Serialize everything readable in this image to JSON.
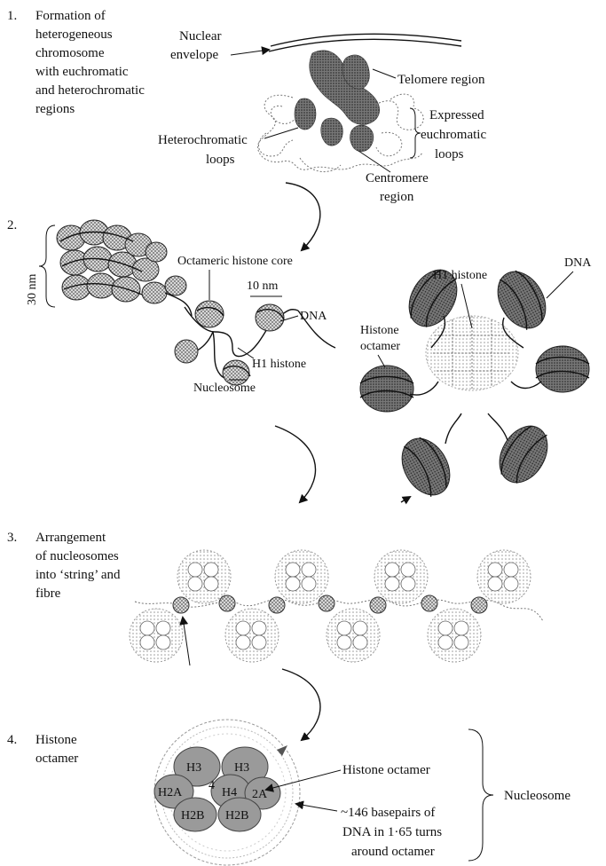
{
  "section1": {
    "number": "1.",
    "lines": [
      "Formation of",
      "heterogeneous",
      "chromosome",
      "with euchromatic",
      "and heterochromatic",
      "regions"
    ],
    "labels": {
      "nuclear_envelope": [
        "Nuclear",
        "envelope"
      ],
      "telomere": "Telomere region",
      "expressed": [
        "Expressed",
        "euchromatic",
        "loops"
      ],
      "heterochromatic": [
        "Heterochromatic",
        "loops"
      ],
      "centromere": [
        "Centromere",
        "region"
      ]
    }
  },
  "section2": {
    "number": "2.",
    "labels": {
      "thirty_nm": "30 nm",
      "octameric_core": "Octameric histone core",
      "ten_nm": "10 nm",
      "dna": "DNA",
      "h1": "H1 histone",
      "nucleosome": "Nucleosome",
      "h1_right": "H1 histone",
      "dna_right": "DNA",
      "histone_octamer": [
        "Histone",
        "octamer"
      ]
    }
  },
  "section3": {
    "number": "3.",
    "lines": [
      "Arrangement",
      "of nucleosomes",
      "into ‘string’ and",
      "fibre"
    ]
  },
  "section4": {
    "number": "4.",
    "lines": [
      "Histone",
      "octamer"
    ],
    "histones": {
      "h3_left": "H3",
      "h3_right": "H3",
      "h2a_left": "H2A",
      "h4": "H4",
      "h2a_right": "2A",
      "h2b_left": "H2B",
      "h2b_right": "H2B",
      "small": "4"
    },
    "labels": {
      "histone_octamer": "Histone octamer",
      "nucleosome": "Nucleosome",
      "basepairs": [
        "~146 basepairs of",
        "DNA in 1·65 turns",
        "around octamer"
      ]
    }
  }
}
